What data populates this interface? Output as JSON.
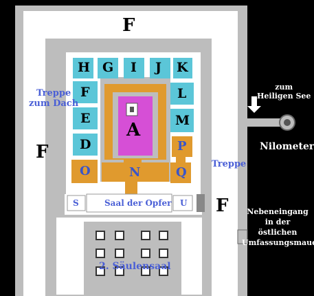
{
  "labels": {
    "sanctuary": "A",
    "outer_corridor": "F",
    "rooms": {
      "H": "H",
      "G": "G",
      "I": "I",
      "J": "J",
      "K": "K",
      "F": "F",
      "E": "E",
      "D": "D",
      "L": "L",
      "M": "M",
      "O": "O",
      "N": "N",
      "P": "P",
      "Q": "Q",
      "S": "S",
      "U": "U"
    },
    "treppe_dach": [
      "Treppe",
      "zum Dach"
    ],
    "treppe": "Treppe",
    "saal_opfer": "Saal der Opfer",
    "saeulensaal": "2. Säulensaal",
    "heiliger_see": [
      "zum",
      "Heiligen See"
    ],
    "nilometer": "Nilometer",
    "nebeneingang": [
      "Nebeneingang",
      "in der",
      "östlichen",
      "Umfassungsmauer"
    ]
  },
  "colors": {
    "background": "#000000",
    "wall": "#bdbdbd",
    "corridor": "#ffffff",
    "chapel": "#5bc6d8",
    "orange": "#e09a2e",
    "sanctuary": "#d64fd6",
    "label_blue": "#4a5fd6"
  }
}
